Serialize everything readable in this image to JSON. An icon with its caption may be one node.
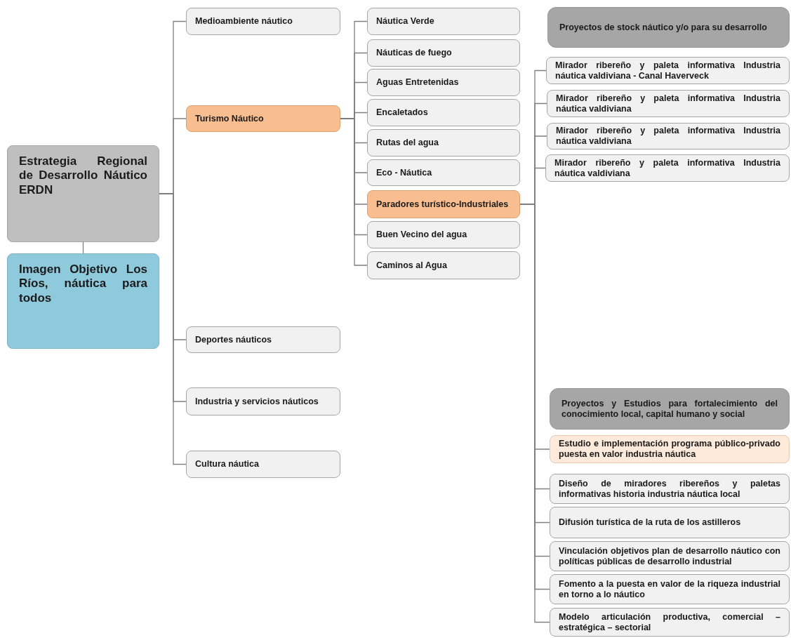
{
  "diagram": {
    "nodes": [
      {
        "text": [
          "Estrategia Regional de Desarrollo Náutico ERDN"
        ]
      },
      {
        "text": [
          "Imagen Objetivo Los Ríos, náutica para todos"
        ]
      },
      {
        "text": [
          "Medioambiente náutico"
        ]
      },
      {
        "text": [
          "Turismo Náutico"
        ]
      },
      {
        "text": [
          "Deportes náuticos"
        ]
      },
      {
        "text": [
          "Industria y servicios náuticos"
        ]
      },
      {
        "text": [
          "Cultura náutica"
        ]
      },
      {
        "text": [
          "Náutica Verde"
        ]
      },
      {
        "text": [
          "Náuticas de fuego"
        ]
      },
      {
        "text": [
          "Aguas Entretenidas"
        ]
      },
      {
        "text": [
          "Encaletados"
        ]
      },
      {
        "text": [
          "Rutas del agua"
        ]
      },
      {
        "text": [
          "Eco - Náutica"
        ]
      },
      {
        "text": [
          "Paradores turístico-Industriales"
        ]
      },
      {
        "text": [
          "Buen Vecino del agua"
        ]
      },
      {
        "text": [
          "Caminos al Agua"
        ]
      },
      {
        "text": [
          "Proyectos de stock náutico y/o para su desarrollo"
        ]
      },
      {
        "text": [
          "Mirador ribereño y paleta informativa Industria náutica valdiviana - Canal Haverveck"
        ]
      },
      {
        "text": [
          "Mirador ribereño y paleta informativa Industria náutica valdiviana"
        ]
      },
      {
        "text": [
          "Mirador ribereño y paleta informativa Industria náutica valdiviana"
        ]
      },
      {
        "text": [
          "Mirador ribereño y paleta informativa Industria náutica valdiviana"
        ]
      },
      {
        "text": [
          "Proyectos y Estudios para fortalecimiento del conocimiento local, capital humano y social"
        ]
      },
      {
        "text": [
          "Estudio e implementación programa público-privado puesta en valor industria náutica"
        ]
      },
      {
        "text": [
          "Diseño de miradores ribereños y paletas informativas historia industria náutica local"
        ]
      },
      {
        "text": [
          "Difusión turística de la ruta de los astilleros"
        ]
      },
      {
        "text": [
          "Vinculación objetivos plan de desarrollo náutico con políticas públicas de desarrollo industrial"
        ]
      },
      {
        "text": [
          "Fomento a la puesta en valor de la riqueza industrial en torno a lo náutico"
        ]
      },
      {
        "text": [
          "Modelo articulación productiva, comercial – estratégica – sectorial"
        ]
      }
    ],
    "edges": [
      {
        "from": 0,
        "to": 1,
        "arrow": "none"
      },
      {
        "from": 0,
        "to": 2,
        "arrow": "none"
      },
      {
        "from": 0,
        "to": 3,
        "arrow": "none"
      },
      {
        "from": 0,
        "to": 4,
        "arrow": "none"
      },
      {
        "from": 0,
        "to": 5,
        "arrow": "none"
      },
      {
        "from": 0,
        "to": 6,
        "arrow": "none"
      },
      {
        "from": 3,
        "to": 7,
        "arrow": "none"
      },
      {
        "from": 3,
        "to": 8,
        "arrow": "none"
      },
      {
        "from": 3,
        "to": 9,
        "arrow": "none"
      },
      {
        "from": 3,
        "to": 10,
        "arrow": "none"
      },
      {
        "from": 3,
        "to": 11,
        "arrow": "none"
      },
      {
        "from": 3,
        "to": 12,
        "arrow": "none"
      },
      {
        "from": 3,
        "to": 13,
        "arrow": "none"
      },
      {
        "from": 3,
        "to": 14,
        "arrow": "none"
      },
      {
        "from": 3,
        "to": 15,
        "arrow": "none"
      },
      {
        "from": 13,
        "to": 17,
        "arrow": "none"
      },
      {
        "from": 13,
        "to": 18,
        "arrow": "none"
      },
      {
        "from": 13,
        "to": 19,
        "arrow": "none"
      },
      {
        "from": 13,
        "to": 20,
        "arrow": "none"
      },
      {
        "from": 13,
        "to": 22,
        "arrow": "none"
      },
      {
        "from": 13,
        "to": 23,
        "arrow": "none"
      },
      {
        "from": 13,
        "to": 24,
        "arrow": "none"
      },
      {
        "from": 13,
        "to": 25,
        "arrow": "none"
      },
      {
        "from": 13,
        "to": 26,
        "arrow": "none"
      },
      {
        "from": 13,
        "to": 27,
        "arrow": "none"
      }
    ]
  }
}
